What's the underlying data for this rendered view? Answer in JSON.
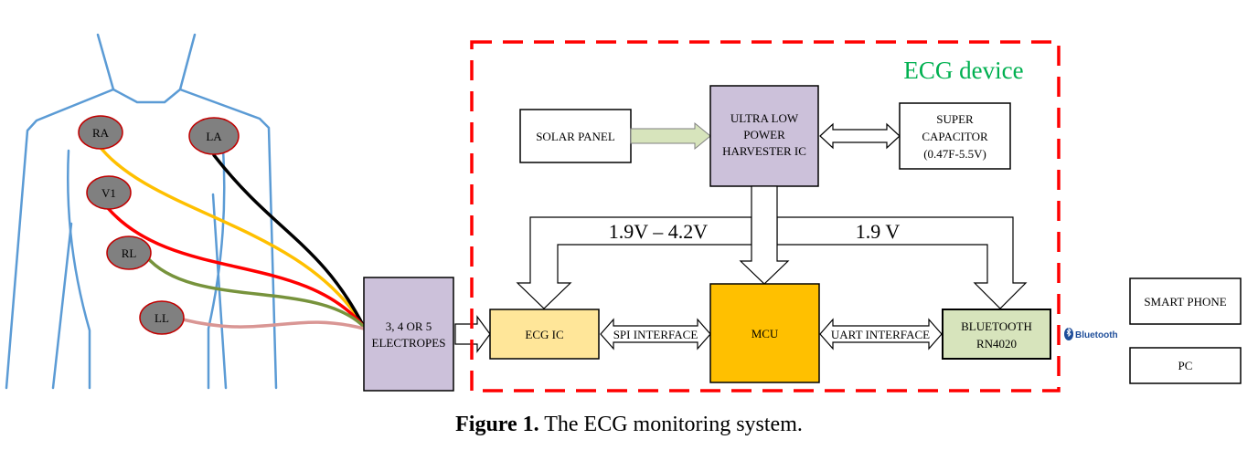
{
  "electrodes": {
    "ra": "RA",
    "la": "LA",
    "v1": "V1",
    "rl": "RL",
    "ll": "LL"
  },
  "blocks": {
    "electrodes_line1": "3, 4 OR 5",
    "electrodes_line2": "ELECTROPES",
    "solar_panel": "SOLAR PANEL",
    "harvester_line1": "ULTRA LOW",
    "harvester_line2": "POWER",
    "harvester_line3": "HARVESTER IC",
    "supercap_line1": "SUPER",
    "supercap_line2": "CAPACITOR",
    "supercap_line3": "(0.47F-5.5V)",
    "ecg_ic": "ECG IC",
    "mcu": "MCU",
    "bluetooth_line1": "BLUETOOTH",
    "bluetooth_line2": "RN4020",
    "smart_phone": "SMART PHONE",
    "pc": "PC"
  },
  "labels": {
    "ecg_device": "ECG device",
    "voltage_range": "1.9V – 4.2V",
    "voltage_fixed": "1.9 V",
    "spi_interface": "SPI INTERFACE",
    "uart_interface": "UART INTERFACE",
    "bluetooth_logo": "Bluetooth"
  },
  "caption": {
    "label": "Figure 1.",
    "text": " The ECG monitoring system."
  },
  "colors": {
    "body_outline": "#5b9bd5",
    "electrode_fill": "#808080",
    "electrode_stroke": "#c00000",
    "lead_ra": "#ffc000",
    "lead_la": "#000000",
    "lead_v1": "#ff0000",
    "lead_rl": "#77933c",
    "lead_ll": "#d99694",
    "electrode_block": "#ccc1da",
    "harvester_block": "#ccc1da",
    "ecg_ic_block": "#ffe699",
    "mcu_block": "#ffc000",
    "bluetooth_block": "#d7e4bc",
    "device_border": "#ff0000",
    "device_title": "#00b050",
    "solar_arrow": "#d7e4bc"
  }
}
